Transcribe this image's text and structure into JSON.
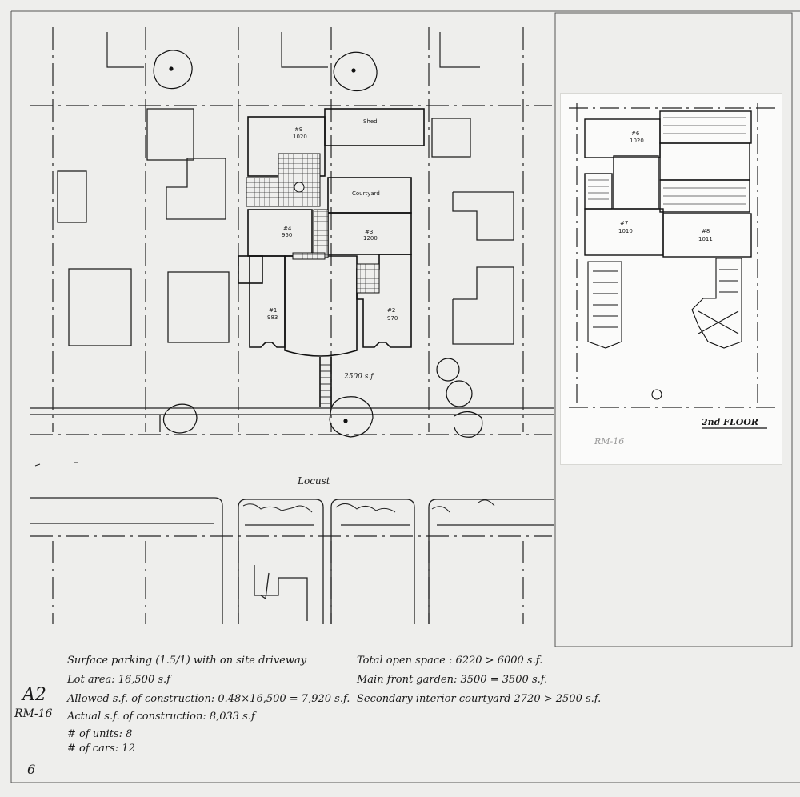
{
  "sheet": {
    "sheet_code": "A2",
    "zone": "RM-16",
    "page_number": "6"
  },
  "site_plan": {
    "street_label": "Locust",
    "labels": {
      "unit_9": "#9",
      "unit_9_sf": "1020",
      "unit_4": "#4",
      "unit_4_sf": "950",
      "unit_3": "#3",
      "unit_3_sf": "1200",
      "unit_1": "#1",
      "unit_1_sf": "983",
      "unit_2": "#2",
      "unit_2_sf": "970",
      "courtyard": "Courtyard",
      "shed": "Shed",
      "garden_area": "2500 s.f."
    }
  },
  "inset_plan": {
    "title": "2nd FLOOR",
    "zone_stamp": "RM-16",
    "labels": {
      "unit_6": "#6",
      "unit_6_sf": "1020",
      "unit_7": "#7",
      "unit_7_sf": "1010",
      "unit_8": "#8",
      "unit_8_sf": "1011"
    }
  },
  "notes_left": [
    "Surface parking (1.5/1) with on site driveway",
    "Lot area: 16,500 s.f",
    "Allowed s.f. of construction: 0.48×16,500 = 7,920 s.f.",
    "Actual s.f. of construction: 8,033 s.f",
    "# of units: 8",
    "# of cars: 12"
  ],
  "notes_right": [
    "Total open space : 6220 > 6000 s.f.",
    "Main front garden: 3500 = 3500 s.f.",
    "Secondary interior courtyard 2720 > 2500 s.f."
  ]
}
